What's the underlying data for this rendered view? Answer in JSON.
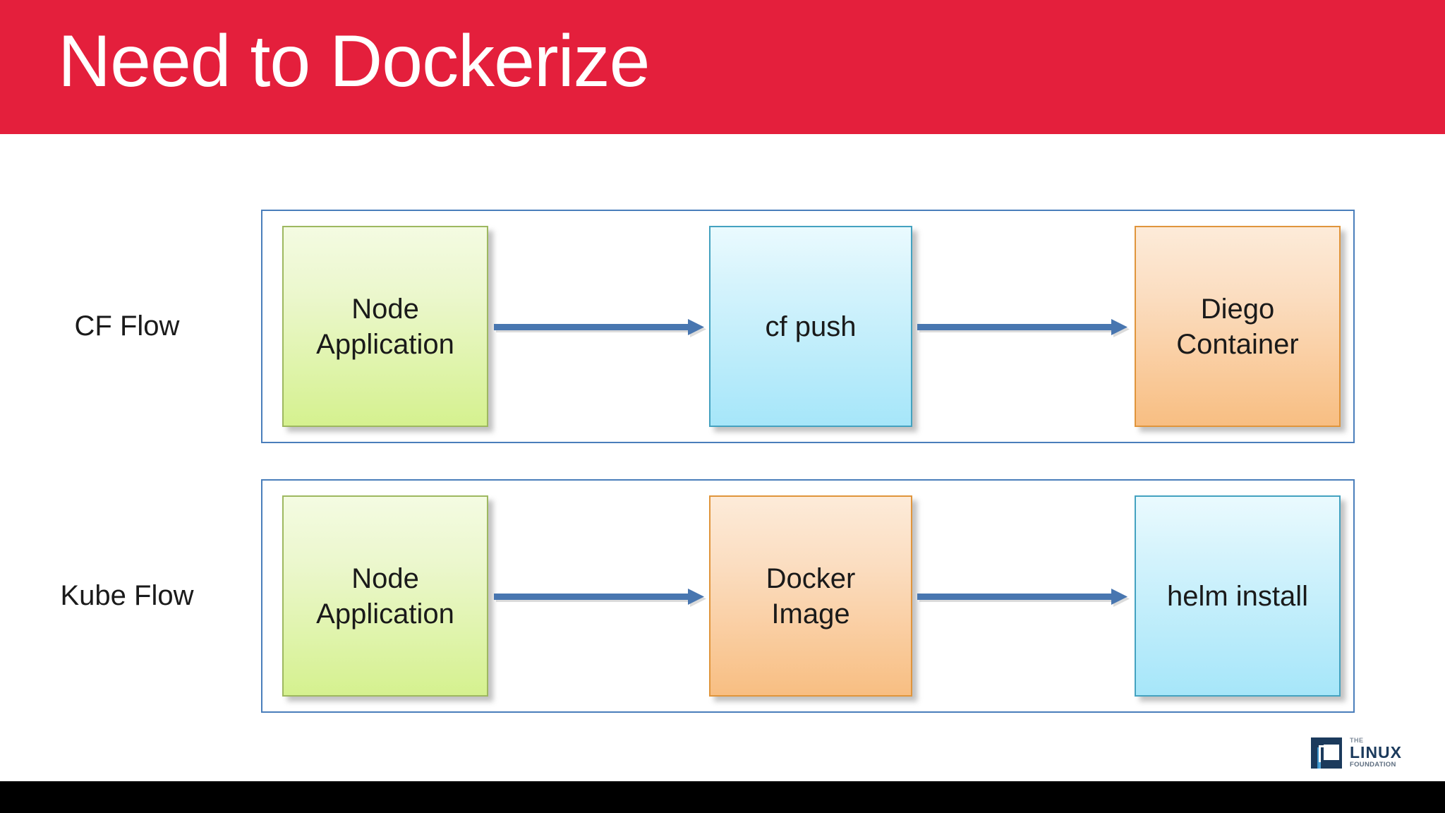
{
  "slide": {
    "title": "Need to Dockerize",
    "banner_color": "#E41F3C",
    "title_color": "#FFFFFF",
    "background_color": "#FFFFFF",
    "bottom_bar_color": "#000000"
  },
  "flows": [
    {
      "label": "CF Flow",
      "steps": [
        {
          "label_line1": "Node",
          "label_line2": "Application",
          "style": "green"
        },
        {
          "label_line1": "cf push",
          "label_line2": "",
          "style": "blue"
        },
        {
          "label_line1": "Diego",
          "label_line2": "Container",
          "style": "orange"
        }
      ],
      "arrows": [
        "arrow-right",
        "arrow-right"
      ]
    },
    {
      "label": "Kube Flow",
      "steps": [
        {
          "label_line1": "Node",
          "label_line2": "Application",
          "style": "green"
        },
        {
          "label_line1": "Docker",
          "label_line2": "Image",
          "style": "orange"
        },
        {
          "label_line1": "helm install",
          "label_line2": "",
          "style": "blue"
        }
      ],
      "arrows": [
        "arrow-right",
        "arrow-right"
      ]
    }
  ],
  "colors": {
    "arrow": "#4876B0",
    "container_border": "#4A7EBB",
    "green_fill_top": "#F4FBE2",
    "green_fill_bottom": "#D5F18F",
    "green_border": "#9EB860",
    "blue_fill_top": "#EAFAFE",
    "blue_fill_bottom": "#A6E6F9",
    "blue_border": "#44A2C0",
    "orange_fill_top": "#FDEBD9",
    "orange_fill_bottom": "#F8BE82",
    "orange_border": "#E0953C"
  },
  "logo": {
    "the": "THE",
    "linux": "LINUX",
    "foundation": "FOUNDATION"
  }
}
